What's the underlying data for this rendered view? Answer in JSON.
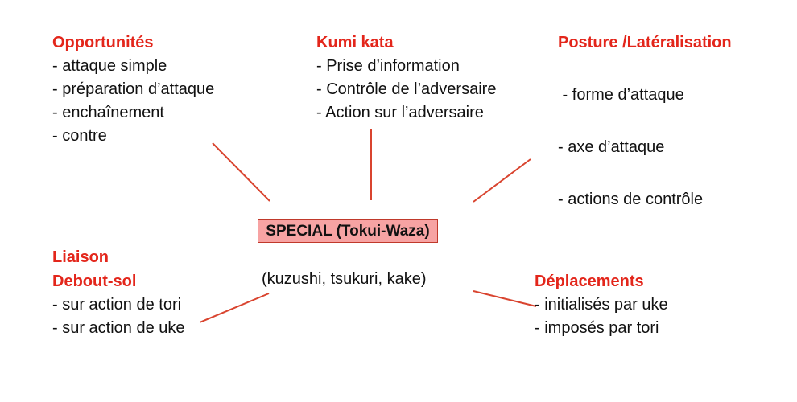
{
  "center": {
    "title": "SPECIAL (Tokui-Waza)",
    "subtitle": "(kuzushi, tsukuri, kake)"
  },
  "nodes": {
    "opportunites": {
      "title": "Opportunités",
      "items": [
        "- attaque simple",
        "- préparation d’attaque",
        "- enchaînement",
        "- contre"
      ]
    },
    "kumi_kata": {
      "title": "Kumi kata",
      "items": [
        "- Prise d’information",
        "- Contrôle de l’adversaire",
        "- Action sur l’adversaire"
      ]
    },
    "posture": {
      "title": "Posture /Latéralisation",
      "items": [
        " - forme d’attaque",
        "- axe d’attaque",
        "- actions de contrôle"
      ]
    },
    "liaison": {
      "title_line1": "Liaison",
      "title_line2": "Debout-sol",
      "items": [
        "- sur action de tori",
        "- sur action de uke"
      ]
    },
    "deplacements": {
      "title": "Déplacements",
      "items": [
        "- initialisés par uke",
        "- imposés par tori"
      ]
    }
  },
  "colors": {
    "heading": "#e3261b",
    "connector": "#d9442f",
    "center_fill": "#f7a3a3"
  }
}
